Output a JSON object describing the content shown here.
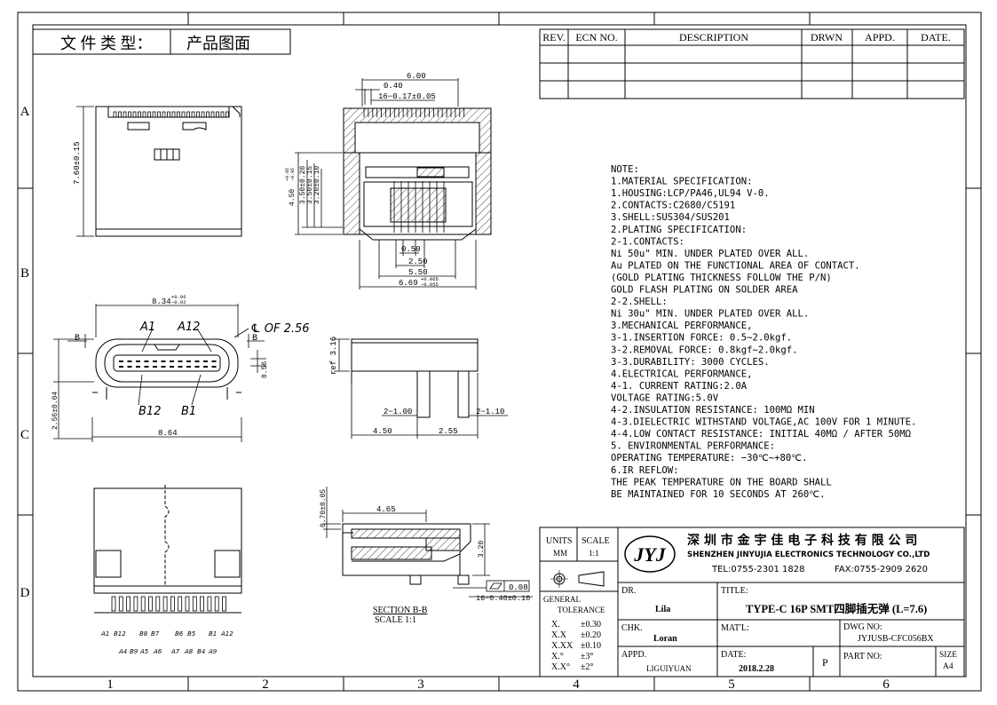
{
  "doc_type_label": "文 件 类 型：",
  "doc_type_value": "产品图面",
  "zones": {
    "columns": [
      "1",
      "2",
      "3",
      "4",
      "5",
      "6"
    ],
    "rows": [
      "A",
      "B",
      "C",
      "D"
    ]
  },
  "revision_table": {
    "headers": [
      "REV.",
      "ECN NO.",
      "DESCRIPTION",
      "DRWN",
      "APPD.",
      "DATE."
    ]
  },
  "dimensions": {
    "d6_00": "6.00",
    "d0_40": "0.40",
    "d16": "16−0.17±0.05",
    "d0_50": "0.50",
    "d2_50": "2.50",
    "d5_50": "5.50",
    "d6_69": "6.69",
    "d6_69_tol_up": "+0.065",
    "d6_69_tol_dn": "−0.055",
    "d7_60": "7.60±0.15",
    "d4_50": "4.50",
    "d4_50_tol_up": "+0.05",
    "d4_50_tol_dn": "−0.05",
    "d3_50_020": "3.50±0.20",
    "d3_50_015": "3.50±0.15",
    "d3_20": "3.20±0.10",
    "d8_34": "8.34",
    "d8_34_tol_up": "+0.06",
    "d8_34_tol_dn": "−0.02",
    "a1": "A1",
    "a12": "A12",
    "cl": "℄ OF 2.56",
    "b12": "B12",
    "b1": "B1",
    "b_left": "B",
    "b_right": "B",
    "d0_56": "0.56",
    "d2_56": "2.56±0.04",
    "d8_64": "8.64",
    "ref316": "ref 3.16",
    "d2_100": "2−1.00",
    "d2_110": "2−1.10",
    "d4_50b": "4.50",
    "d2_55": "2.55",
    "d0_70": "0.70±0.05",
    "d4_65": "4.65",
    "d3_20b": "3.20",
    "flat": "0.08",
    "d16b": "16−0.40±0.10",
    "section_title": "SECTION B-B",
    "section_scale": "SCALE 1:1",
    "pin_top": [
      "A1",
      "B12",
      "B8",
      "B7",
      "B6",
      "B5",
      "B1",
      "A12"
    ],
    "pin_bot": [
      "A4",
      "B9",
      "A5",
      "A6",
      "A7",
      "A8",
      "B4",
      "A9"
    ]
  },
  "notes": [
    "NOTE:",
    "1.MATERIAL SPECIFICATION:",
    "  1.HOUSING:LCP/PA46,UL94 V-0.",
    "  2.CONTACTS:C2680/C5191",
    "  3.SHELL:SUS304/SUS201",
    " 2.PLATING SPECIFICATION:",
    "  2-1.CONTACTS:",
    "    Ni 50u\" MIN. UNDER PLATED OVER ALL.",
    "    Au PLATED ON THE FUNCTIONAL AREA OF CONTACT.",
    "    (GOLD PLATING THICKNESS FOLLOW THE P/N)",
    "    GOLD FLASH PLATING ON SOLDER AREA",
    "2-2.SHELL:",
    "    Ni 30u\" MIN. UNDER PLATED OVER ALL.",
    " 3.MECHANICAL PERFORMANCE,",
    "    3-1.INSERTION FORCE: 0.5~2.0kgf.",
    "    3-2.REMOVAL FORCE: 0.8kgf~2.0kgf.",
    "    3-3.DURABILITY: 3000 CYCLES.",
    " 4.ELECTRICAL PERFORMANCE,",
    "    4-1. CURRENT RATING:2.0A",
    "         VOLTAGE RATING:5.0V",
    "    4-2.INSULATION RESISTANCE: 100MΩ  MIN",
    "    4-3.DIELECTRIC WITHSTAND VOLTAGE,AC 100V FOR 1 MINUTE.",
    "    4-4.LOW CONTACT RESISTANCE: INITIAL 40MΩ / AFTER 50MΩ",
    " 5. ENVIRONMENTAL PERFORMANCE:",
    "    OPERATING TEMPERATURE: −30℃~+80℃.",
    " 6.IR REFLOW:",
    "     THE PEAK TEMPERATURE ON THE BOARD SHALL",
    "     BE MAINTAINED FOR 10 SECONDS AT 260℃."
  ],
  "title_block": {
    "units_label": "UNITS",
    "units_value": "MM",
    "scale_label": "SCALE",
    "scale_value": "1:1",
    "logo": "JYJ",
    "company_cn": "深 圳 市 金 宇 佳 电 子 科 技 有 限 公 司",
    "company_en": "SHENZHEN JINYUJIA ELECTRONICS TECHNOLOGY CO.,LTD",
    "tel": "TEL:0755-2301 1828",
    "fax": "FAX:0755-2909 2620",
    "general_tol_1": "GENERAL",
    "general_tol_2": "TOLERANCE",
    "tolerances": [
      {
        "k": "X.",
        "v": "±0.30"
      },
      {
        "k": "X.X",
        "v": "±0.20"
      },
      {
        "k": "X.XX",
        "v": "±0.10"
      },
      {
        "k": "X.°",
        "v": "±3°"
      },
      {
        "k": "X.X°",
        "v": "±2°"
      }
    ],
    "dr_label": "DR.",
    "dr_value": "Lila",
    "chk_label": "CHK.",
    "chk_value": "Loran",
    "appd_label": "APPD.",
    "appd_value": "LIGUIYUAN",
    "title_label": "TITLE:",
    "title_value": "TYPE-C 16P SMT四脚插无弹 (L=7.6)",
    "matl_label": "MAT'L:",
    "dwg_label": "DWG NO:",
    "dwg_value": "JYJUSB-CFC056BX",
    "date_label": "DATE:",
    "date_value": "2018.2.28",
    "p_mark": "P",
    "part_label": "PART NO:",
    "size_label": "SIZE",
    "size_value": "A4"
  }
}
